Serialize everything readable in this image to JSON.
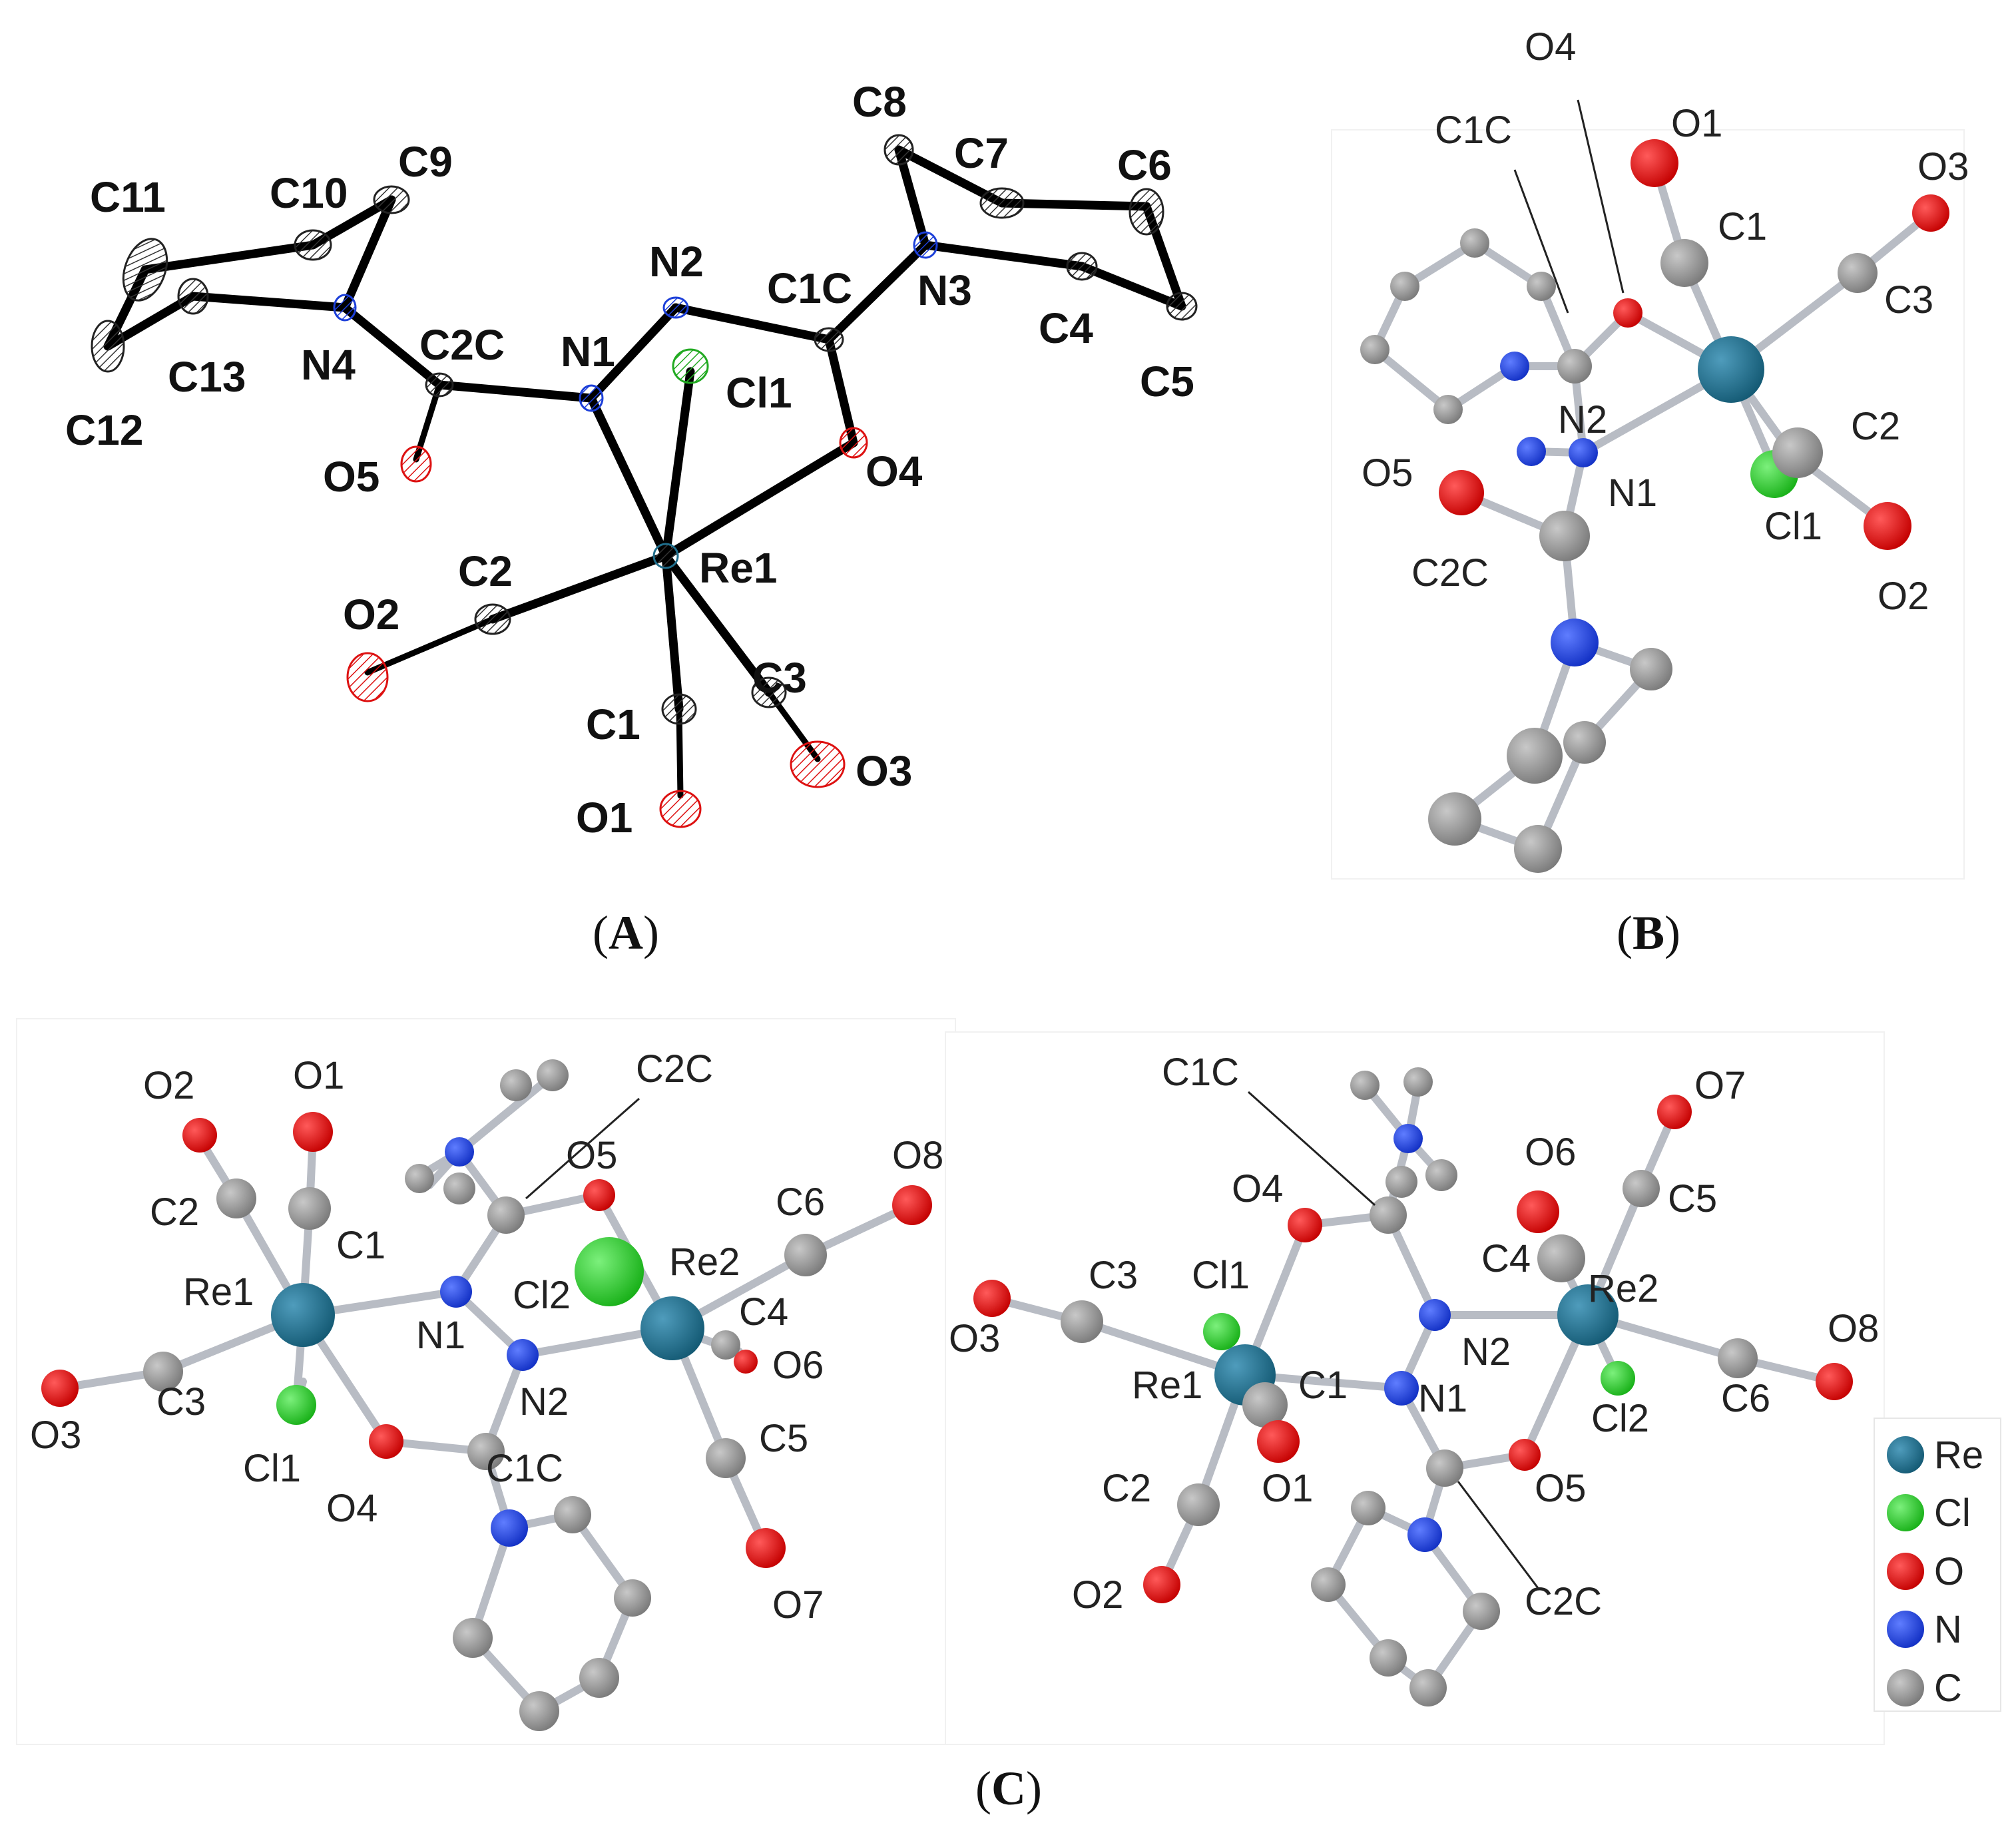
{
  "colors": {
    "Re": "#1f6e8c",
    "Cl": "#27c427",
    "O": "#dd1111",
    "N": "#1c3fd9",
    "C": "#8a8a8a",
    "ortep_bond": "#000000",
    "ball_bond": "#b8bcc4"
  },
  "captions": {
    "A": {
      "open": "(",
      "letter": "A",
      "close": ")"
    },
    "B": {
      "open": "(",
      "letter": "B",
      "close": ")"
    },
    "C": {
      "open": "(",
      "letter": "C",
      "close": ")"
    }
  },
  "legend": [
    {
      "label": "Re",
      "color": "#1f6e8c"
    },
    {
      "label": "Cl",
      "color": "#27c427"
    },
    {
      "label": "O",
      "color": "#dd1111"
    },
    {
      "label": "N",
      "color": "#1c3fd9"
    },
    {
      "label": "C",
      "color": "#8a8a8a"
    }
  ],
  "panelA": {
    "atoms": {
      "C11": {
        "el": "C",
        "label": "C11"
      },
      "C10": {
        "el": "C",
        "label": "C10"
      },
      "C9": {
        "el": "C",
        "label": "C9"
      },
      "C13": {
        "el": "C",
        "label": "C13"
      },
      "C12": {
        "el": "C",
        "label": "C12"
      },
      "N4": {
        "el": "N",
        "label": "N4"
      },
      "C2C": {
        "el": "C",
        "label": "C2C"
      },
      "O5": {
        "el": "O",
        "label": "O5"
      },
      "N1": {
        "el": "N",
        "label": "N1"
      },
      "N2": {
        "el": "N",
        "label": "N2"
      },
      "Cl1": {
        "el": "Cl",
        "label": "Cl1"
      },
      "C1C": {
        "el": "C",
        "label": "C1C"
      },
      "N3": {
        "el": "N",
        "label": "N3"
      },
      "C8": {
        "el": "C",
        "label": "C8"
      },
      "C7": {
        "el": "C",
        "label": "C7"
      },
      "C6": {
        "el": "C",
        "label": "C6"
      },
      "C4": {
        "el": "C",
        "label": "C4"
      },
      "C5": {
        "el": "C",
        "label": "C5"
      },
      "O4": {
        "el": "O",
        "label": "O4"
      },
      "Re1": {
        "el": "Re",
        "label": "Re1"
      },
      "C2": {
        "el": "C",
        "label": "C2"
      },
      "O2": {
        "el": "O",
        "label": "O2"
      },
      "C1": {
        "el": "C",
        "label": "C1"
      },
      "O1": {
        "el": "O",
        "label": "O1"
      },
      "C3": {
        "el": "C",
        "label": "C3"
      },
      "O3": {
        "el": "O",
        "label": "O3"
      }
    }
  },
  "panelB": {
    "labels": [
      "O4",
      "O1",
      "C1C",
      "O3",
      "C1",
      "C3",
      "N2",
      "C2",
      "O5",
      "N1",
      "Cl1",
      "C2C",
      "O2"
    ]
  },
  "panelC_left": {
    "labels": [
      "O2",
      "O1",
      "C2C",
      "O5",
      "C2",
      "C1",
      "C6",
      "O8",
      "Re1",
      "Re2",
      "Cl2",
      "C4",
      "N1",
      "O6",
      "O3",
      "C3",
      "N2",
      "Cl1",
      "C1C",
      "C5",
      "O4",
      "O7"
    ]
  },
  "panelC_right": {
    "labels": [
      "C1C",
      "O7",
      "O6",
      "O4",
      "C5",
      "C3",
      "Cl1",
      "C4",
      "Re2",
      "O8",
      "O3",
      "N2",
      "Re1",
      "C1",
      "N1",
      "Cl2",
      "C6",
      "O1",
      "O5",
      "C2",
      "C2C",
      "O2"
    ]
  }
}
